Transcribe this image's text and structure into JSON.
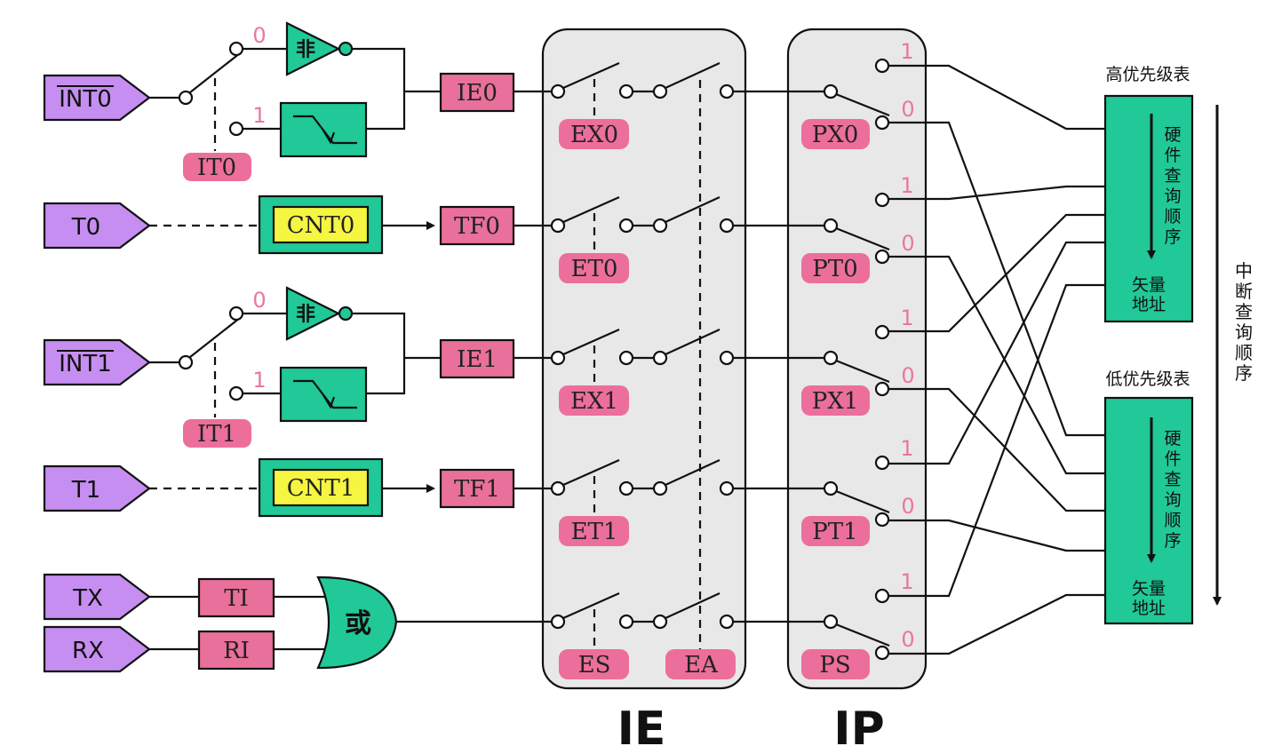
{
  "inputs": {
    "int0": "INT0",
    "t0": "T0",
    "int1": "INT1",
    "t1": "T1",
    "tx": "TX",
    "rx": "RX"
  },
  "sources": {
    "ie0": "IE0",
    "tf0": "TF0",
    "ie1": "IE1",
    "tf1": "TF1",
    "ti": "TI",
    "ri": "RI"
  },
  "trigger_select": {
    "it0": "IT0",
    "it1": "IT1",
    "label_0": "0",
    "label_1": "1"
  },
  "gates": {
    "not": "非",
    "or": "或",
    "cnt0": "CNT0",
    "cnt1": "CNT1"
  },
  "ie_register": {
    "title": "IE",
    "bits": [
      "EX0",
      "ET0",
      "EX1",
      "ET1",
      "ES"
    ],
    "ea": "EA"
  },
  "ip_register": {
    "title": "IP",
    "bits": [
      "PX0",
      "PT0",
      "PX1",
      "PT1",
      "PS"
    ],
    "label_1": "1",
    "label_0": "0"
  },
  "priority": {
    "high_title": "高优先级表",
    "low_title": "低优先级表",
    "hw_query": "硬件查询顺序",
    "vector_line1": "矢量",
    "vector_line2": "地址",
    "interrupt_query": "中断查询顺序"
  },
  "colors": {
    "input_purple": "#c58ef0",
    "pink_box": "#e8709a",
    "pink_bit": "#ec6f9b",
    "teal": "#20c997",
    "yellow": "#f5f542",
    "panel_gray": "#e8e8e8"
  }
}
